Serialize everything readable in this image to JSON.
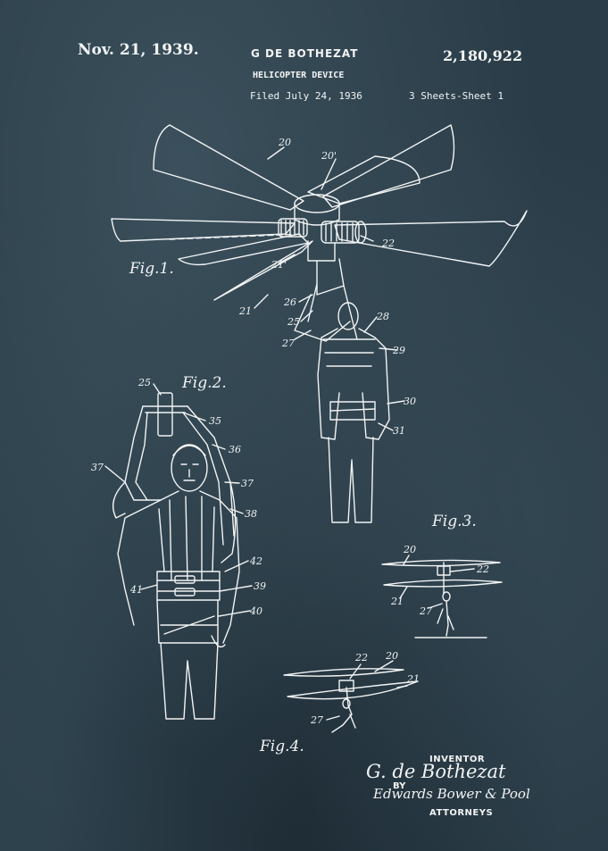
{
  "header": {
    "date": "Nov. 21, 1939.",
    "inventor_name": "G DE BOTHEZAT",
    "title": "HELICOPTER DEVICE",
    "filed": "Filed July 24, 1936",
    "patent_number": "2,180,922",
    "sheets": "3 Sheets-Sheet 1"
  },
  "figures": {
    "fig1": "Fig.1.",
    "fig2": "Fig.2.",
    "fig3": "Fig.3.",
    "fig4": "Fig.4."
  },
  "reference_numerals": {
    "fig1": [
      "20",
      "20'",
      "22",
      "21'",
      "21",
      "26",
      "25",
      "27",
      "28",
      "29",
      "30",
      "31"
    ],
    "fig2": [
      "25",
      "35",
      "36",
      "37",
      "37",
      "38",
      "42",
      "41",
      "39",
      "40"
    ],
    "fig3": [
      "20",
      "22",
      "21",
      "27"
    ],
    "fig4": [
      "22",
      "20",
      "21",
      "27"
    ]
  },
  "signature_block": {
    "inventor_label": "INVENTOR",
    "inventor_signature": "G. de Bothezat",
    "by_label": "BY",
    "attorney_signature": "Edwards Bower & Pool",
    "attorneys_label": "ATTORNEYS"
  },
  "colors": {
    "background": "#2a3c47",
    "ink": "#f2f4f4"
  }
}
